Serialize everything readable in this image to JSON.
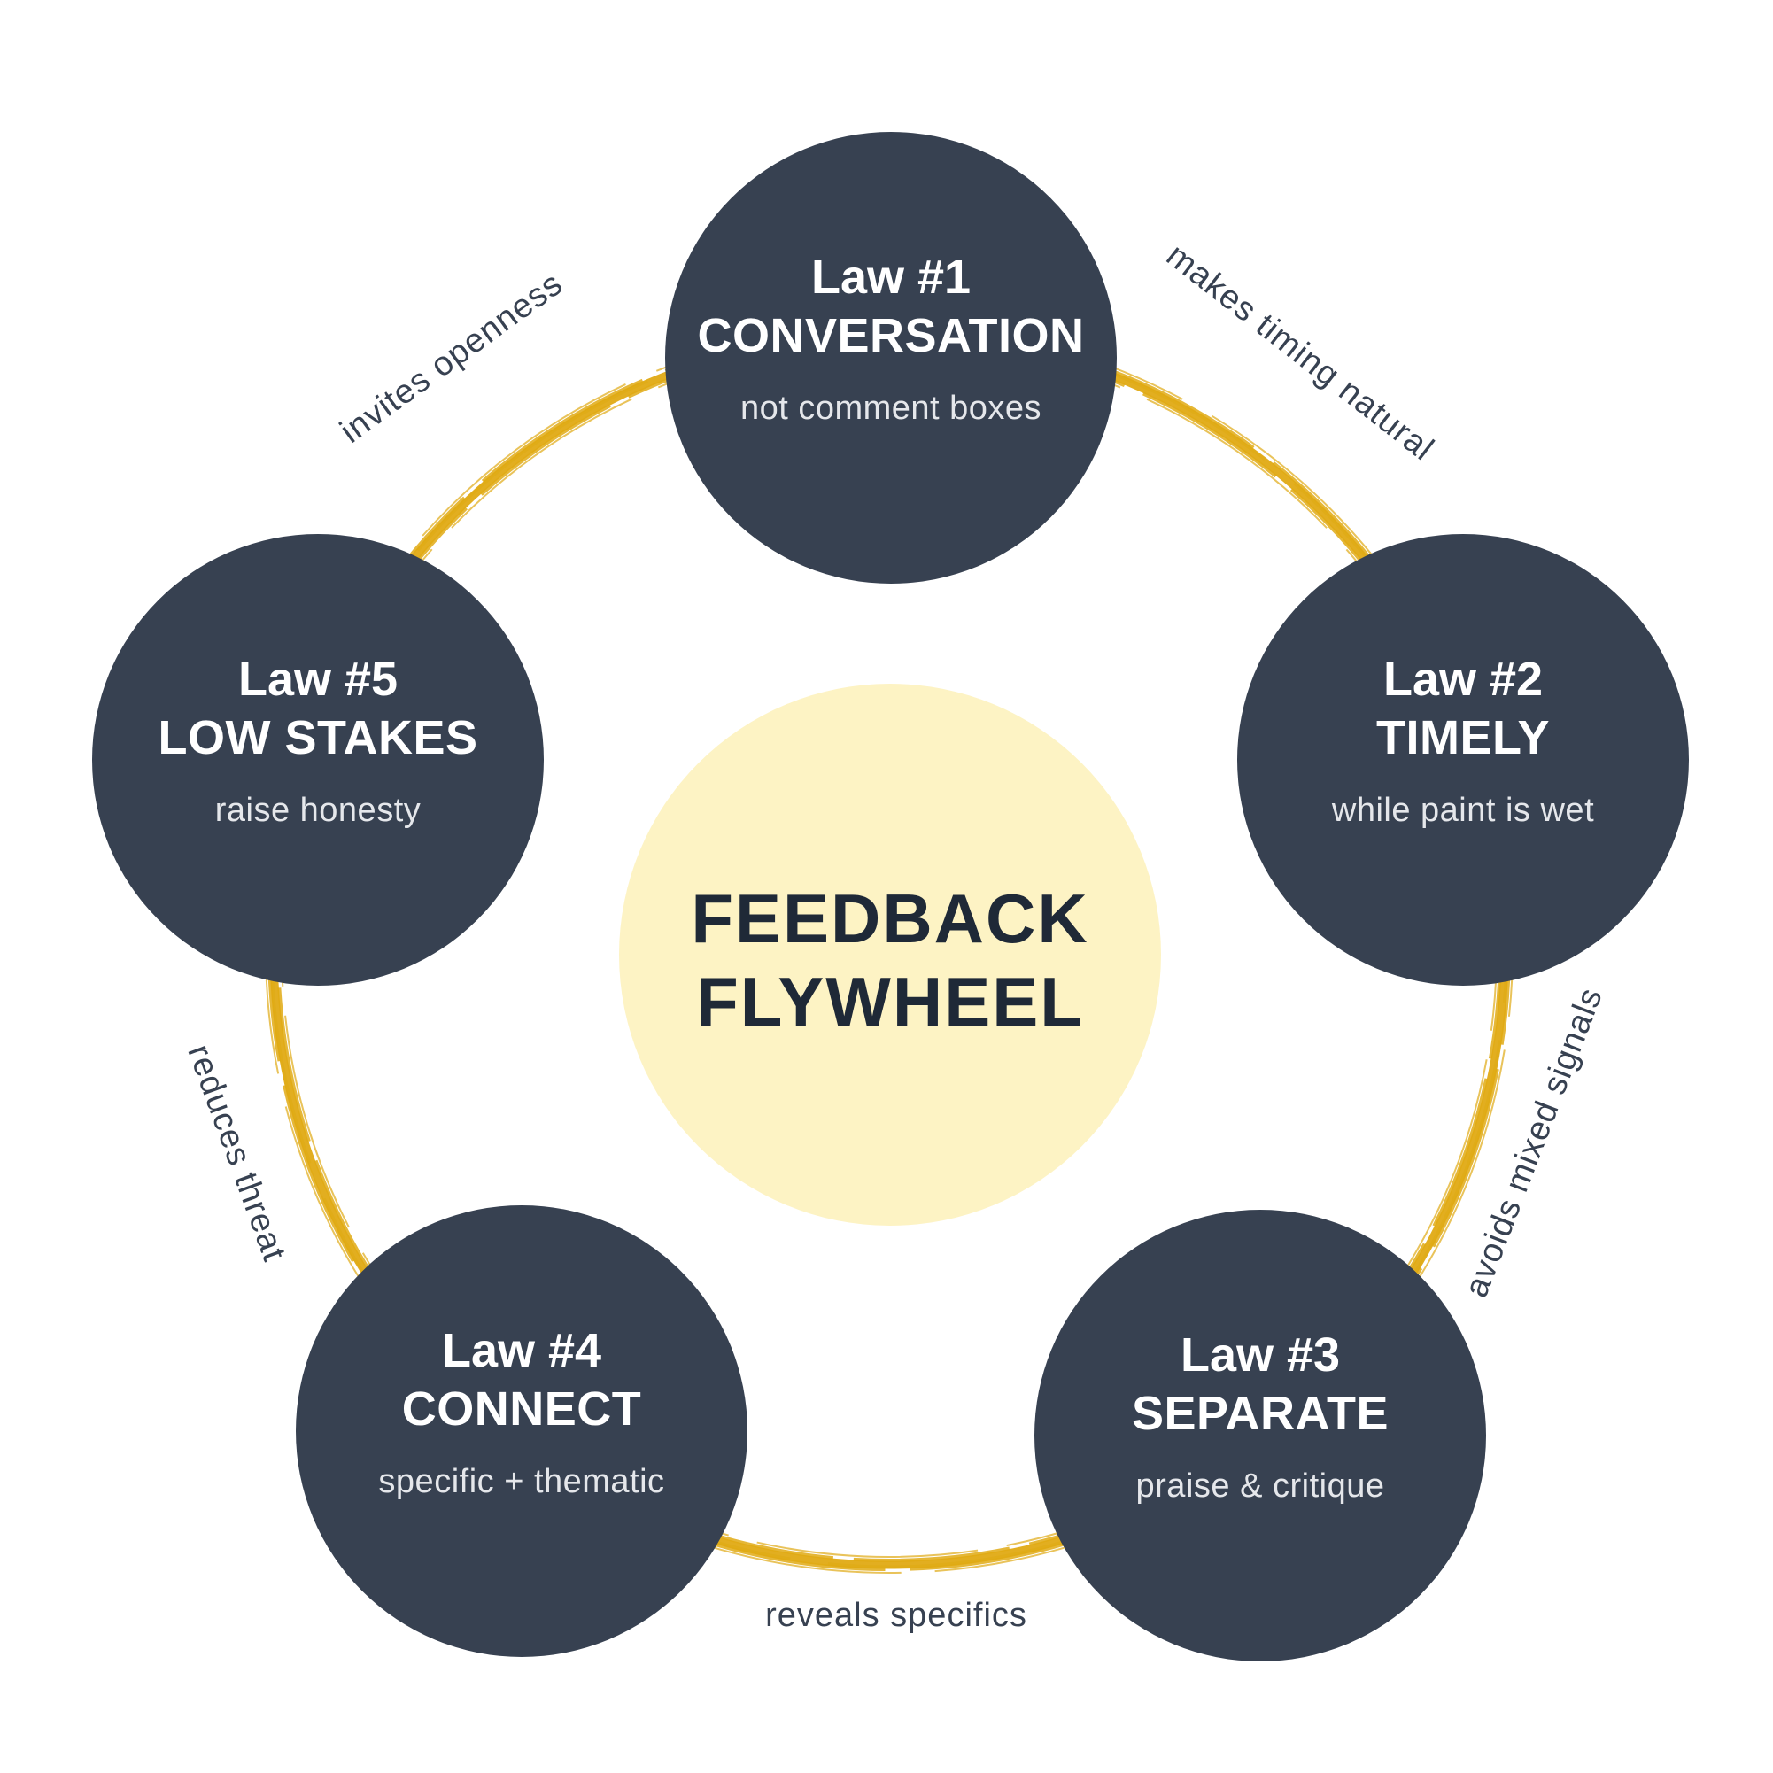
{
  "title": {
    "line1": "FEEDBACK",
    "line2": "FLYWHEEL"
  },
  "colors": {
    "node": "#374151",
    "ring": "#e0aa14",
    "center": "#fdf3c4",
    "text_dark": "#1f2937"
  },
  "laws": [
    {
      "number": "Law #1",
      "name": "CONVERSATION",
      "subtitle": "not comment boxes"
    },
    {
      "number": "Law #2",
      "name": "TIMELY",
      "subtitle": "while paint is wet"
    },
    {
      "number": "Law #3",
      "name": "SEPARATE",
      "subtitle": "praise & critique"
    },
    {
      "number": "Law #4",
      "name": "CONNECT",
      "subtitle": "specific + thematic"
    },
    {
      "number": "Law #5",
      "name": "LOW STAKES",
      "subtitle": "raise honesty"
    }
  ],
  "connectors": [
    {
      "from": "Law #1",
      "to": "Law #2",
      "label": "makes timing natural"
    },
    {
      "from": "Law #2",
      "to": "Law #3",
      "label": "avoids mixed signals"
    },
    {
      "from": "Law #3",
      "to": "Law #4",
      "label": "reveals specifics"
    },
    {
      "from": "Law #4",
      "to": "Law #5",
      "label": "reduces threat"
    },
    {
      "from": "Law #5",
      "to": "Law #1",
      "label": "invites openness"
    }
  ]
}
